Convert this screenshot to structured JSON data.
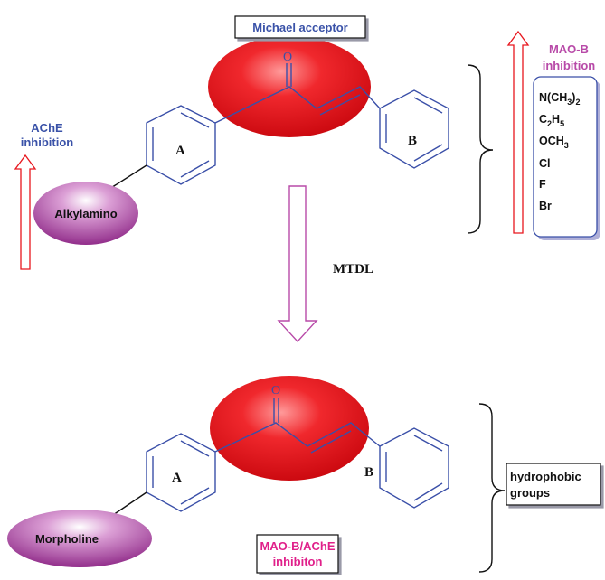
{
  "colors": {
    "bond": "#3a4fa8",
    "red_oval": "#e8161d",
    "purple_oval": "#9b2d8f",
    "arrow_red": "#e8161d",
    "arrow_purple": "#b84aa8",
    "blue_text": "#3a52a8",
    "magenta_text": "#b84aa8",
    "pink_text": "#e0208a"
  },
  "top": {
    "label_box": "Michael acceptor",
    "ring_a": "A",
    "ring_b": "B",
    "oxygen": "O",
    "ache": {
      "line1": "AChE",
      "line2": "inhibition"
    },
    "alkylamino": "Alkylamino",
    "maob": {
      "line1": "MAO-B",
      "line2": "inhibition"
    },
    "substituents": [
      {
        "main": "N(CH",
        "sub": "3",
        "end": ")",
        "sub2": "2"
      },
      {
        "main": "C",
        "sub": "2",
        "end": "H",
        "sub2": "5"
      },
      {
        "main": "OCH",
        "sub": "3",
        "end": "",
        "sub2": ""
      },
      {
        "main": "Cl",
        "sub": "",
        "end": "",
        "sub2": ""
      },
      {
        "main": "F",
        "sub": "",
        "end": "",
        "sub2": ""
      },
      {
        "main": "Br",
        "sub": "",
        "end": "",
        "sub2": ""
      }
    ]
  },
  "middle": {
    "mtdl": "MTDL"
  },
  "bottom": {
    "ring_a": "A",
    "ring_b": "B",
    "oxygen": "O",
    "morpholine": "Morpholine",
    "hydrophobic": {
      "line1": "hydrophobic",
      "line2": "groups"
    },
    "dual": {
      "line1": "MAO-B/AChE",
      "line2": "inhibiton"
    }
  }
}
